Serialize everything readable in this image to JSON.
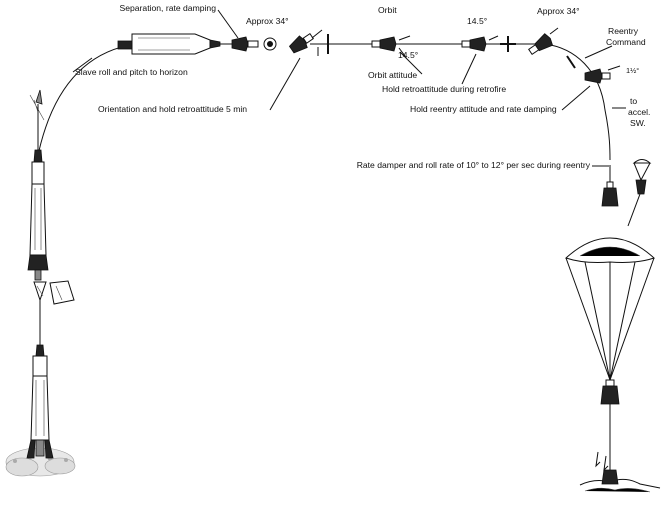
{
  "labels": {
    "separation": "Separation, rate damping",
    "approx34_left": "Approx 34°",
    "orbit": "Orbit",
    "angle_top": "14.5°",
    "angle_bottom": "14.5°",
    "approx34_right": "Approx 34°",
    "reentry_command_1": "Reentry",
    "reentry_command_2": "Command",
    "slave_roll": "Slave roll and pitch to horizon",
    "orbit_attitude": "Orbit attitude",
    "hold_retro": "Hold retroattitude during retrofire",
    "angle_1_5": "1½°",
    "orientation": "Orientation and hold retroattitude 5 min",
    "hold_reentry": "Hold reentry attitude and rate damping",
    "to_accel_1": "to",
    "to_accel_2": "accel.",
    "to_accel_3": "SW.",
    "rate_damper": "Rate damper and roll rate of 10° to 12° per sec during reentry"
  }
}
